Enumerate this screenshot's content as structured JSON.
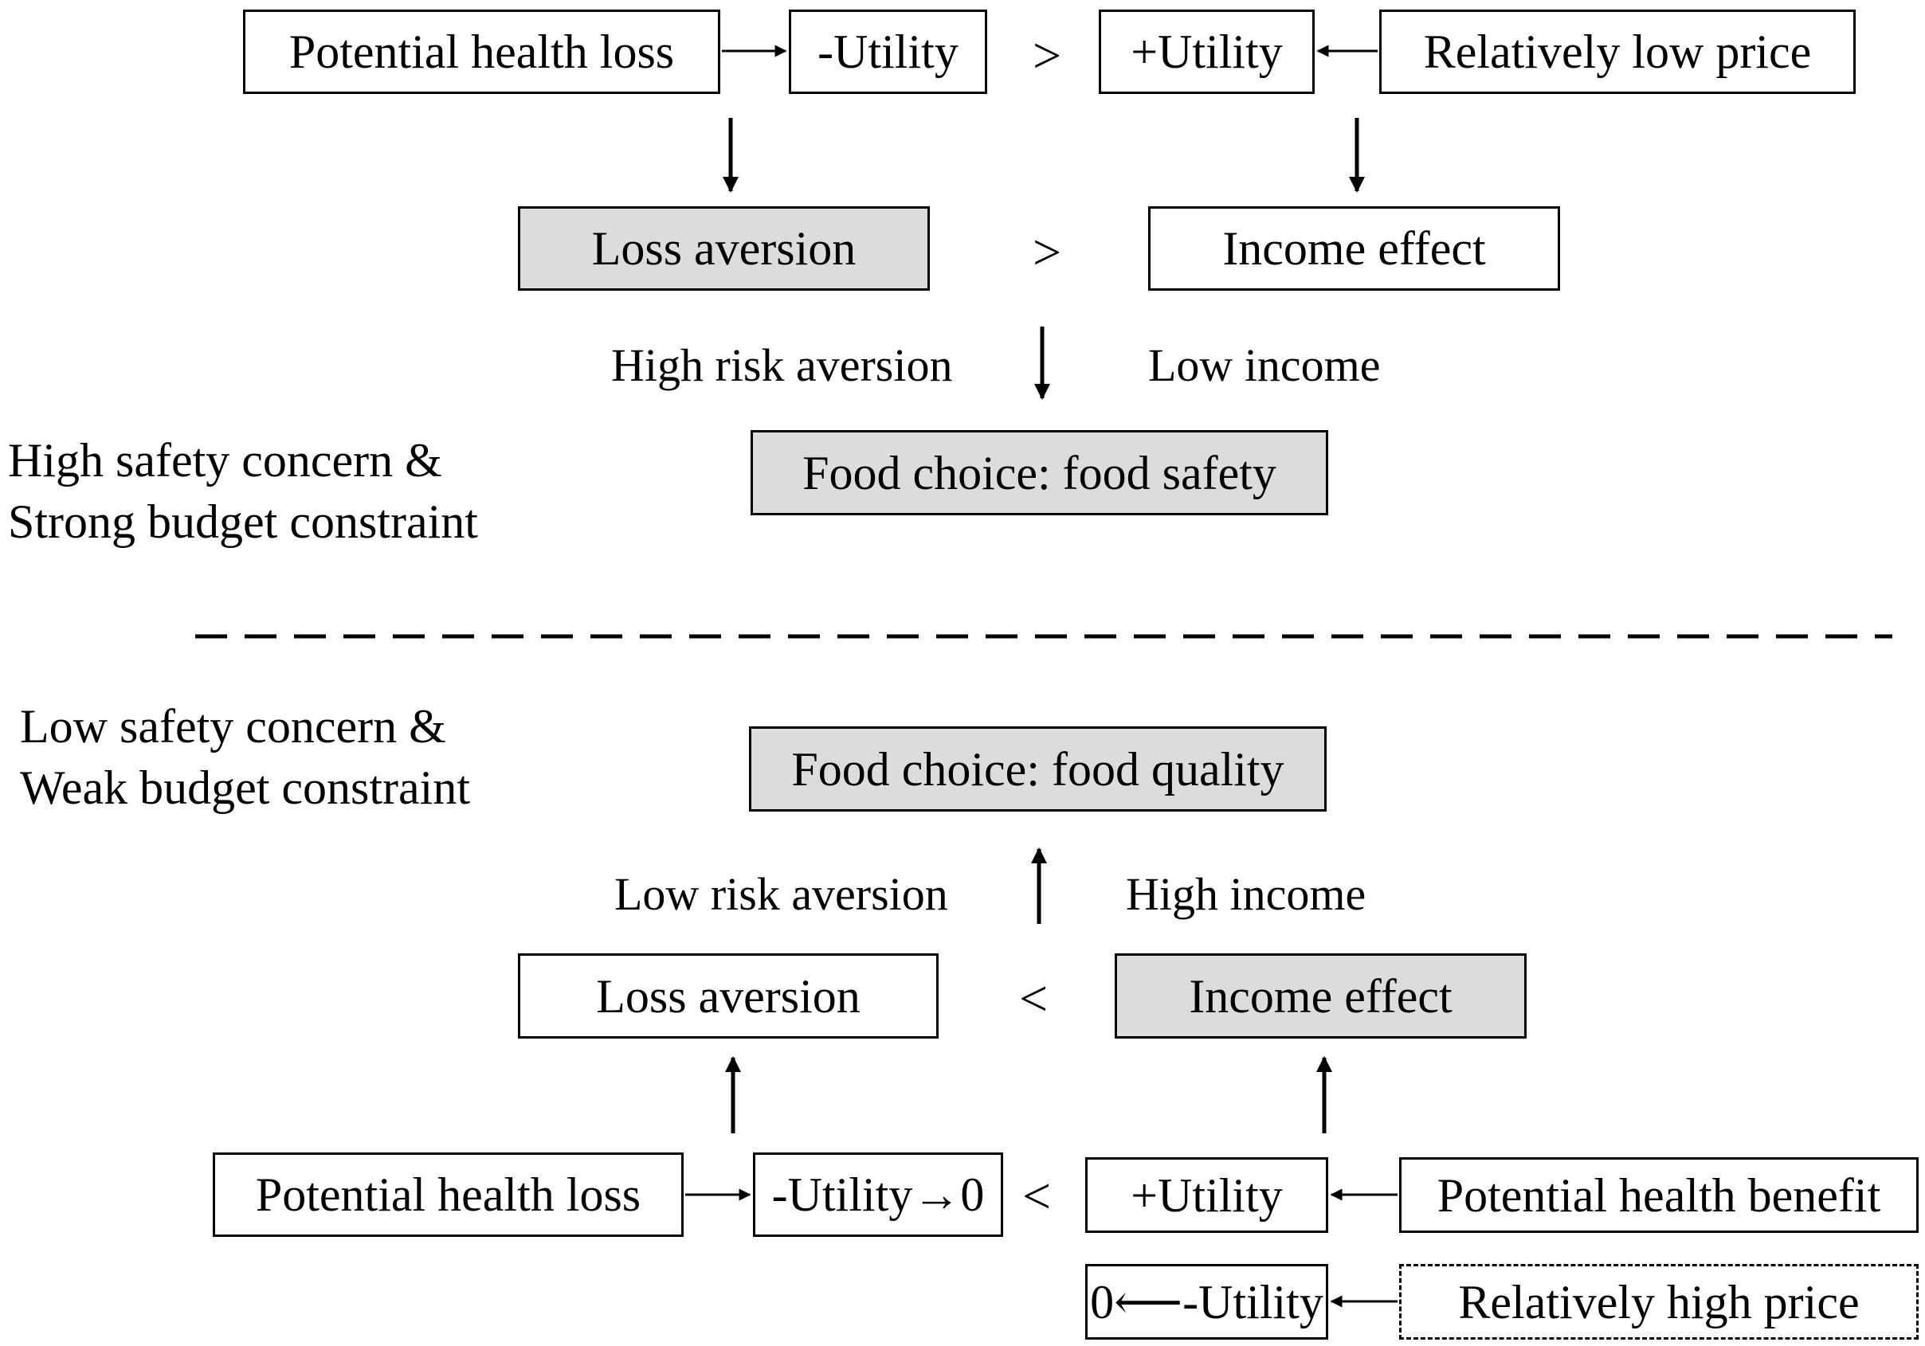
{
  "top": {
    "potential_health_loss": "Potential health loss",
    "neg_utility": "-Utility",
    "compare_utility": ">",
    "pos_utility": "+Utility",
    "relatively_low_price": "Relatively  low price",
    "loss_aversion": "Loss aversion",
    "compare_effect": ">",
    "income_effect": "Income effect",
    "high_risk_aversion": "High risk aversion",
    "low_income": "Low income",
    "food_choice": "Food choice:  food safety",
    "scenario_line1": "High safety concern &",
    "scenario_line2": "Strong budget constraint"
  },
  "bottom": {
    "scenario_line1": "Low safety concern &",
    "scenario_line2": "Weak budget constraint",
    "food_choice": "Food choice:  food quality",
    "low_risk_aversion": "Low risk aversion",
    "high_income": "High income",
    "loss_aversion": "Loss aversion",
    "compare_effect": "<",
    "income_effect": "Income effect",
    "potential_health_loss": "Potential health  loss",
    "neg_utility_to_zero": "-Utility→0",
    "compare_utility": "<",
    "pos_utility": "+Utility",
    "potential_health_benefit": "Potential health benefit",
    "zero_from_neg_utility": "0⟵-Utility",
    "relatively_high_price": "Relatively  high price"
  },
  "colors": {
    "shaded_fill": "#dcdcdc",
    "stroke": "#000000"
  }
}
